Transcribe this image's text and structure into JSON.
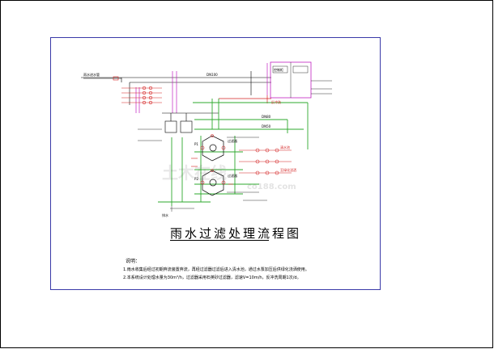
{
  "diagram": {
    "title": "雨水过滤处理流程图",
    "notes_heading": "说明：",
    "notes": [
      "1.雨水收集后经过初期弃流装置弃流，再经过滤器过滤后进入清水池，通过水泵加压后供绿化浇洒使用。",
      "2.本系统设计处理水量为30m³/h，过滤器采用石英砂过滤器，滤速V=10m/h，反冲洗周期1次/d。"
    ],
    "labels": {
      "inlet": "雨水进水管",
      "pipe_main": "DN100",
      "pipe_a": "DN80",
      "pipe_b": "DN50",
      "pump_a": "P1",
      "pump_b": "P2",
      "filter_a": "过滤器",
      "filter_b": "过滤器",
      "tank": "清水池",
      "control": "控制柜",
      "backwash": "反冲洗",
      "outlet": "至绿化浇洒",
      "drain": "排水"
    }
  },
  "watermark": {
    "brand": "土木在线",
    "site": "co188.com"
  },
  "colors": {
    "frame": "#3a3aa8",
    "pipe_green": "#2ea82e",
    "pipe_red": "#d42020",
    "line_magenta": "#c020c0",
    "line_black": "#000000"
  }
}
